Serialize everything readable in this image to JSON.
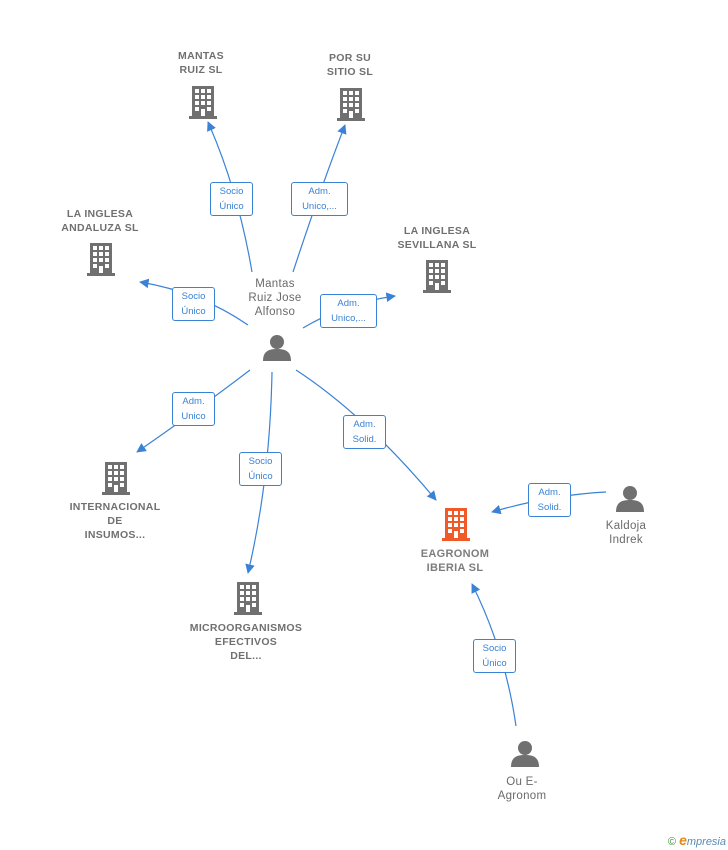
{
  "colors": {
    "edge": "#3a82d6",
    "icon": "#707070",
    "focus": "#f05a28"
  },
  "companies": {
    "mantas_ruiz": "MANTAS\nRUIZ SL",
    "por_su_sitio": "POR SU\nSITIO  SL",
    "inglesa_andaluza": "LA INGLESA\nANDALUZA  SL",
    "inglesa_sevillana": "LA INGLESA\nSEVILLANA  SL",
    "internacional": "INTERNACIONAL\nDE\nINSUMOS...",
    "microorganismos": "MICROORGANISMOS\nEFECTIVOS\nDEL...",
    "eagronom": "EAGRONOM\nIBERIA  SL"
  },
  "persons": {
    "mantas": "Mantas\nRuiz Jose\nAlfonso",
    "kaldoja": "Kaldoja\nIndrek",
    "ou": "Ou E-\nAgronom"
  },
  "edges": {
    "e1": "Socio\nÚnico",
    "e2": "Adm.\nUnico,...",
    "e3": "Socio\nÚnico",
    "e4": "Adm.\nUnico,...",
    "e5": "Adm.\nUnico",
    "e6": "Socio\nÚnico",
    "e7": "Adm.\nSolid.",
    "e8": "Adm.\nSolid.",
    "e9": "Socio\nÚnico"
  },
  "brand": {
    "copyright": "©",
    "e": "e",
    "rest": "mpresia"
  }
}
